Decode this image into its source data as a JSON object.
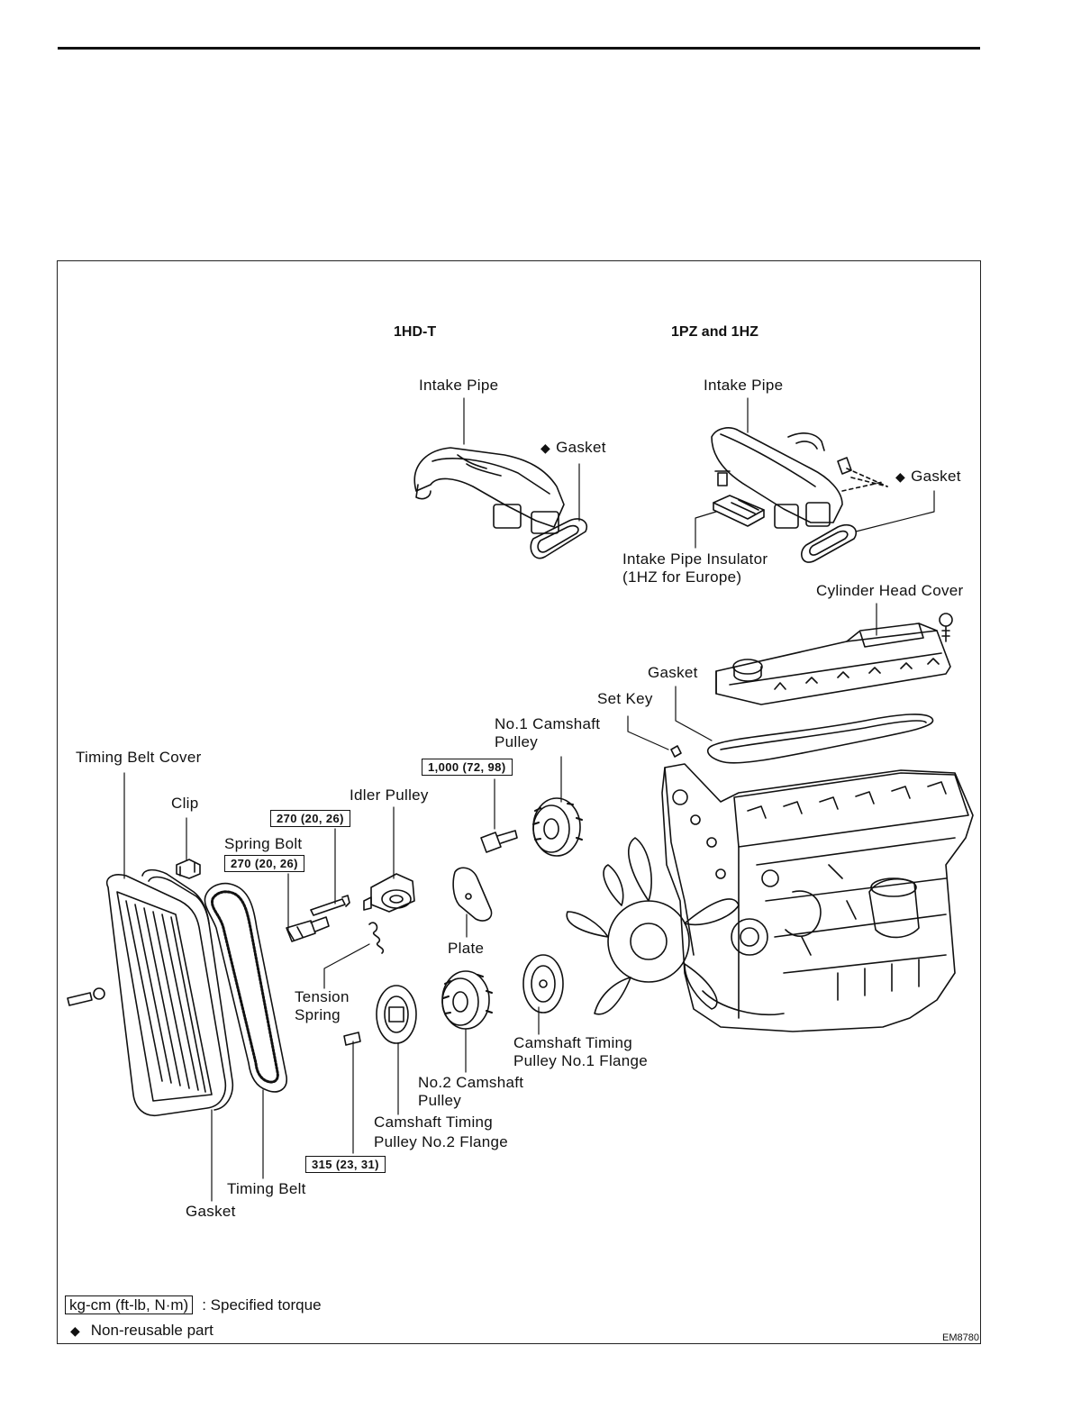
{
  "headers": {
    "variant_a": "1HD-T",
    "variant_b": "1PZ and 1HZ"
  },
  "labels": {
    "intake_pipe_a": "Intake Pipe",
    "gasket_a": "Gasket",
    "intake_pipe_b": "Intake Pipe",
    "gasket_b": "Gasket",
    "intake_pipe_insulator_1": "Intake Pipe Insulator",
    "intake_pipe_insulator_2": "(1HZ for Europe)",
    "cylinder_head_cover": "Cylinder Head Cover",
    "gasket_head": "Gasket",
    "set_key": "Set Key",
    "no1_camshaft_pulley_1": "No.1 Camshaft",
    "no1_camshaft_pulley_2": "Pulley",
    "timing_belt_cover": "Timing Belt Cover",
    "clip": "Clip",
    "idler_pulley": "Idler Pulley",
    "spring_bolt": "Spring Bolt",
    "plate": "Plate",
    "tension_spring_1": "Tension",
    "tension_spring_2": "Spring",
    "cam_flange1_1": "Camshaft Timing",
    "cam_flange1_2": "Pulley No.1 Flange",
    "no2_cam_pulley_1": "No.2 Camshaft",
    "no2_cam_pulley_2": "Pulley",
    "cam_flange2_1": "Camshaft Timing",
    "cam_flange2_2": "Pulley No.2 Flange",
    "timing_belt": "Timing Belt",
    "gasket_cover": "Gasket"
  },
  "torques": {
    "camshaft_bolt": "1,000 (72, 98)",
    "idler_bolt": "270 (20, 26)",
    "spring_bolt": "270 (20, 26)",
    "flange_bolt": "315 (23, 31)"
  },
  "legend": {
    "torque_unit": "kg-cm (ft-lb, N·m)",
    "torque_desc": ": Specified torque",
    "nonreusable_desc": "Non-reusable part"
  },
  "figure_code": "EM8780"
}
